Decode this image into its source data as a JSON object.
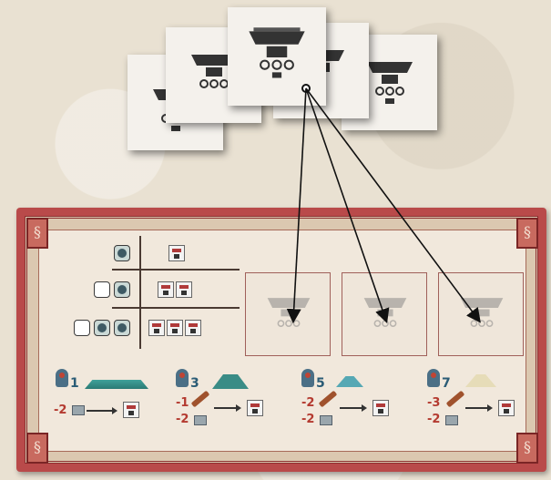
{
  "tiles_stack_count": 5,
  "colors": {
    "board_border": "#b94a4a",
    "board_panel": "#f1e8dc",
    "cost_red": "#b43a30",
    "number_blue": "#2b5c76"
  },
  "icons": {
    "tile": "glyph-temple-icon",
    "corner": "spiral-ornament-icon",
    "token_blank": "blank-token-icon",
    "token_shield": "shield-token-icon",
    "card": "glyph-card-icon",
    "idol": "idol-icon",
    "tool": "tool-icon",
    "stone": "stone-icon"
  },
  "table_rows": [
    {
      "blank_tokens": 0,
      "shield_tokens": 1,
      "cards": 1
    },
    {
      "blank_tokens": 1,
      "shield_tokens": 1,
      "cards": 2
    },
    {
      "blank_tokens": 1,
      "shield_tokens": 2,
      "cards": 3
    }
  ],
  "slots_count": 3,
  "pyramid_levels": [
    {
      "number": "1",
      "cost_line1": "-2",
      "cost_line2": ""
    },
    {
      "number": "3",
      "cost_line1": "-1",
      "cost_line2": "-2"
    },
    {
      "number": "5",
      "cost_line1": "-2",
      "cost_line2": "-2"
    },
    {
      "number": "7",
      "cost_line1": "-3",
      "cost_line2": "-2"
    }
  ]
}
